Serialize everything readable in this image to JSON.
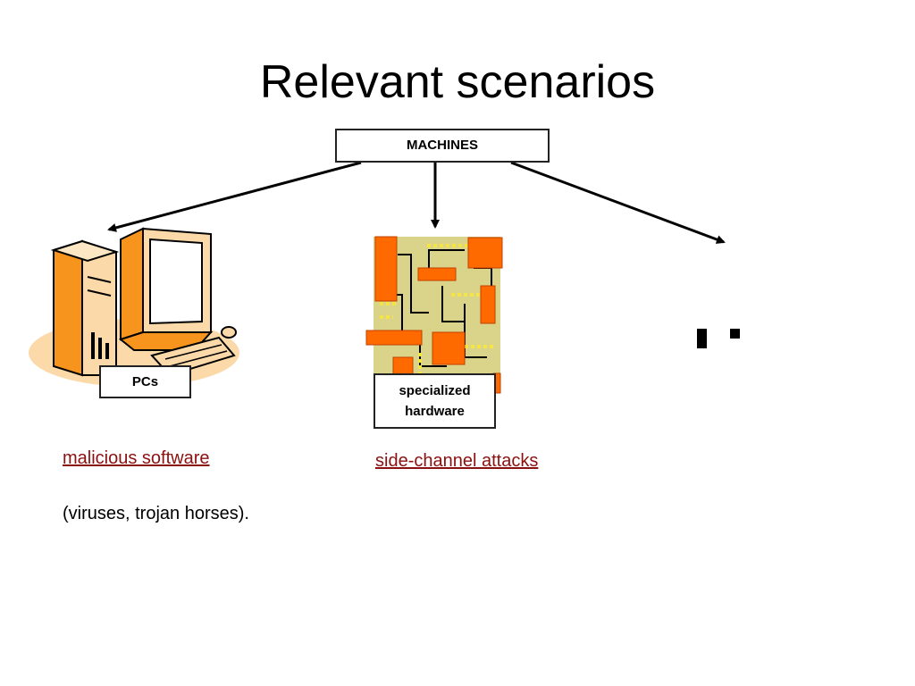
{
  "slide": {
    "title": "Relevant scenarios",
    "root_label": "MACHINES",
    "branches": [
      {
        "label": "PCs",
        "link_text": "malicious software",
        "note": "(viruses, trojan horses)."
      },
      {
        "label": "specialized\nhardware",
        "link_text": "side-channel attacks"
      },
      {
        "label": "…"
      }
    ]
  },
  "colors": {
    "link": "#8b1010",
    "clipart_orange": "#f7941d",
    "clipart_light": "#fcd9a8",
    "board_green": "#d9d48a",
    "chip_orange": "#ff6a00"
  },
  "icons": [
    "desktop-computer-icon",
    "circuit-board-icon"
  ]
}
